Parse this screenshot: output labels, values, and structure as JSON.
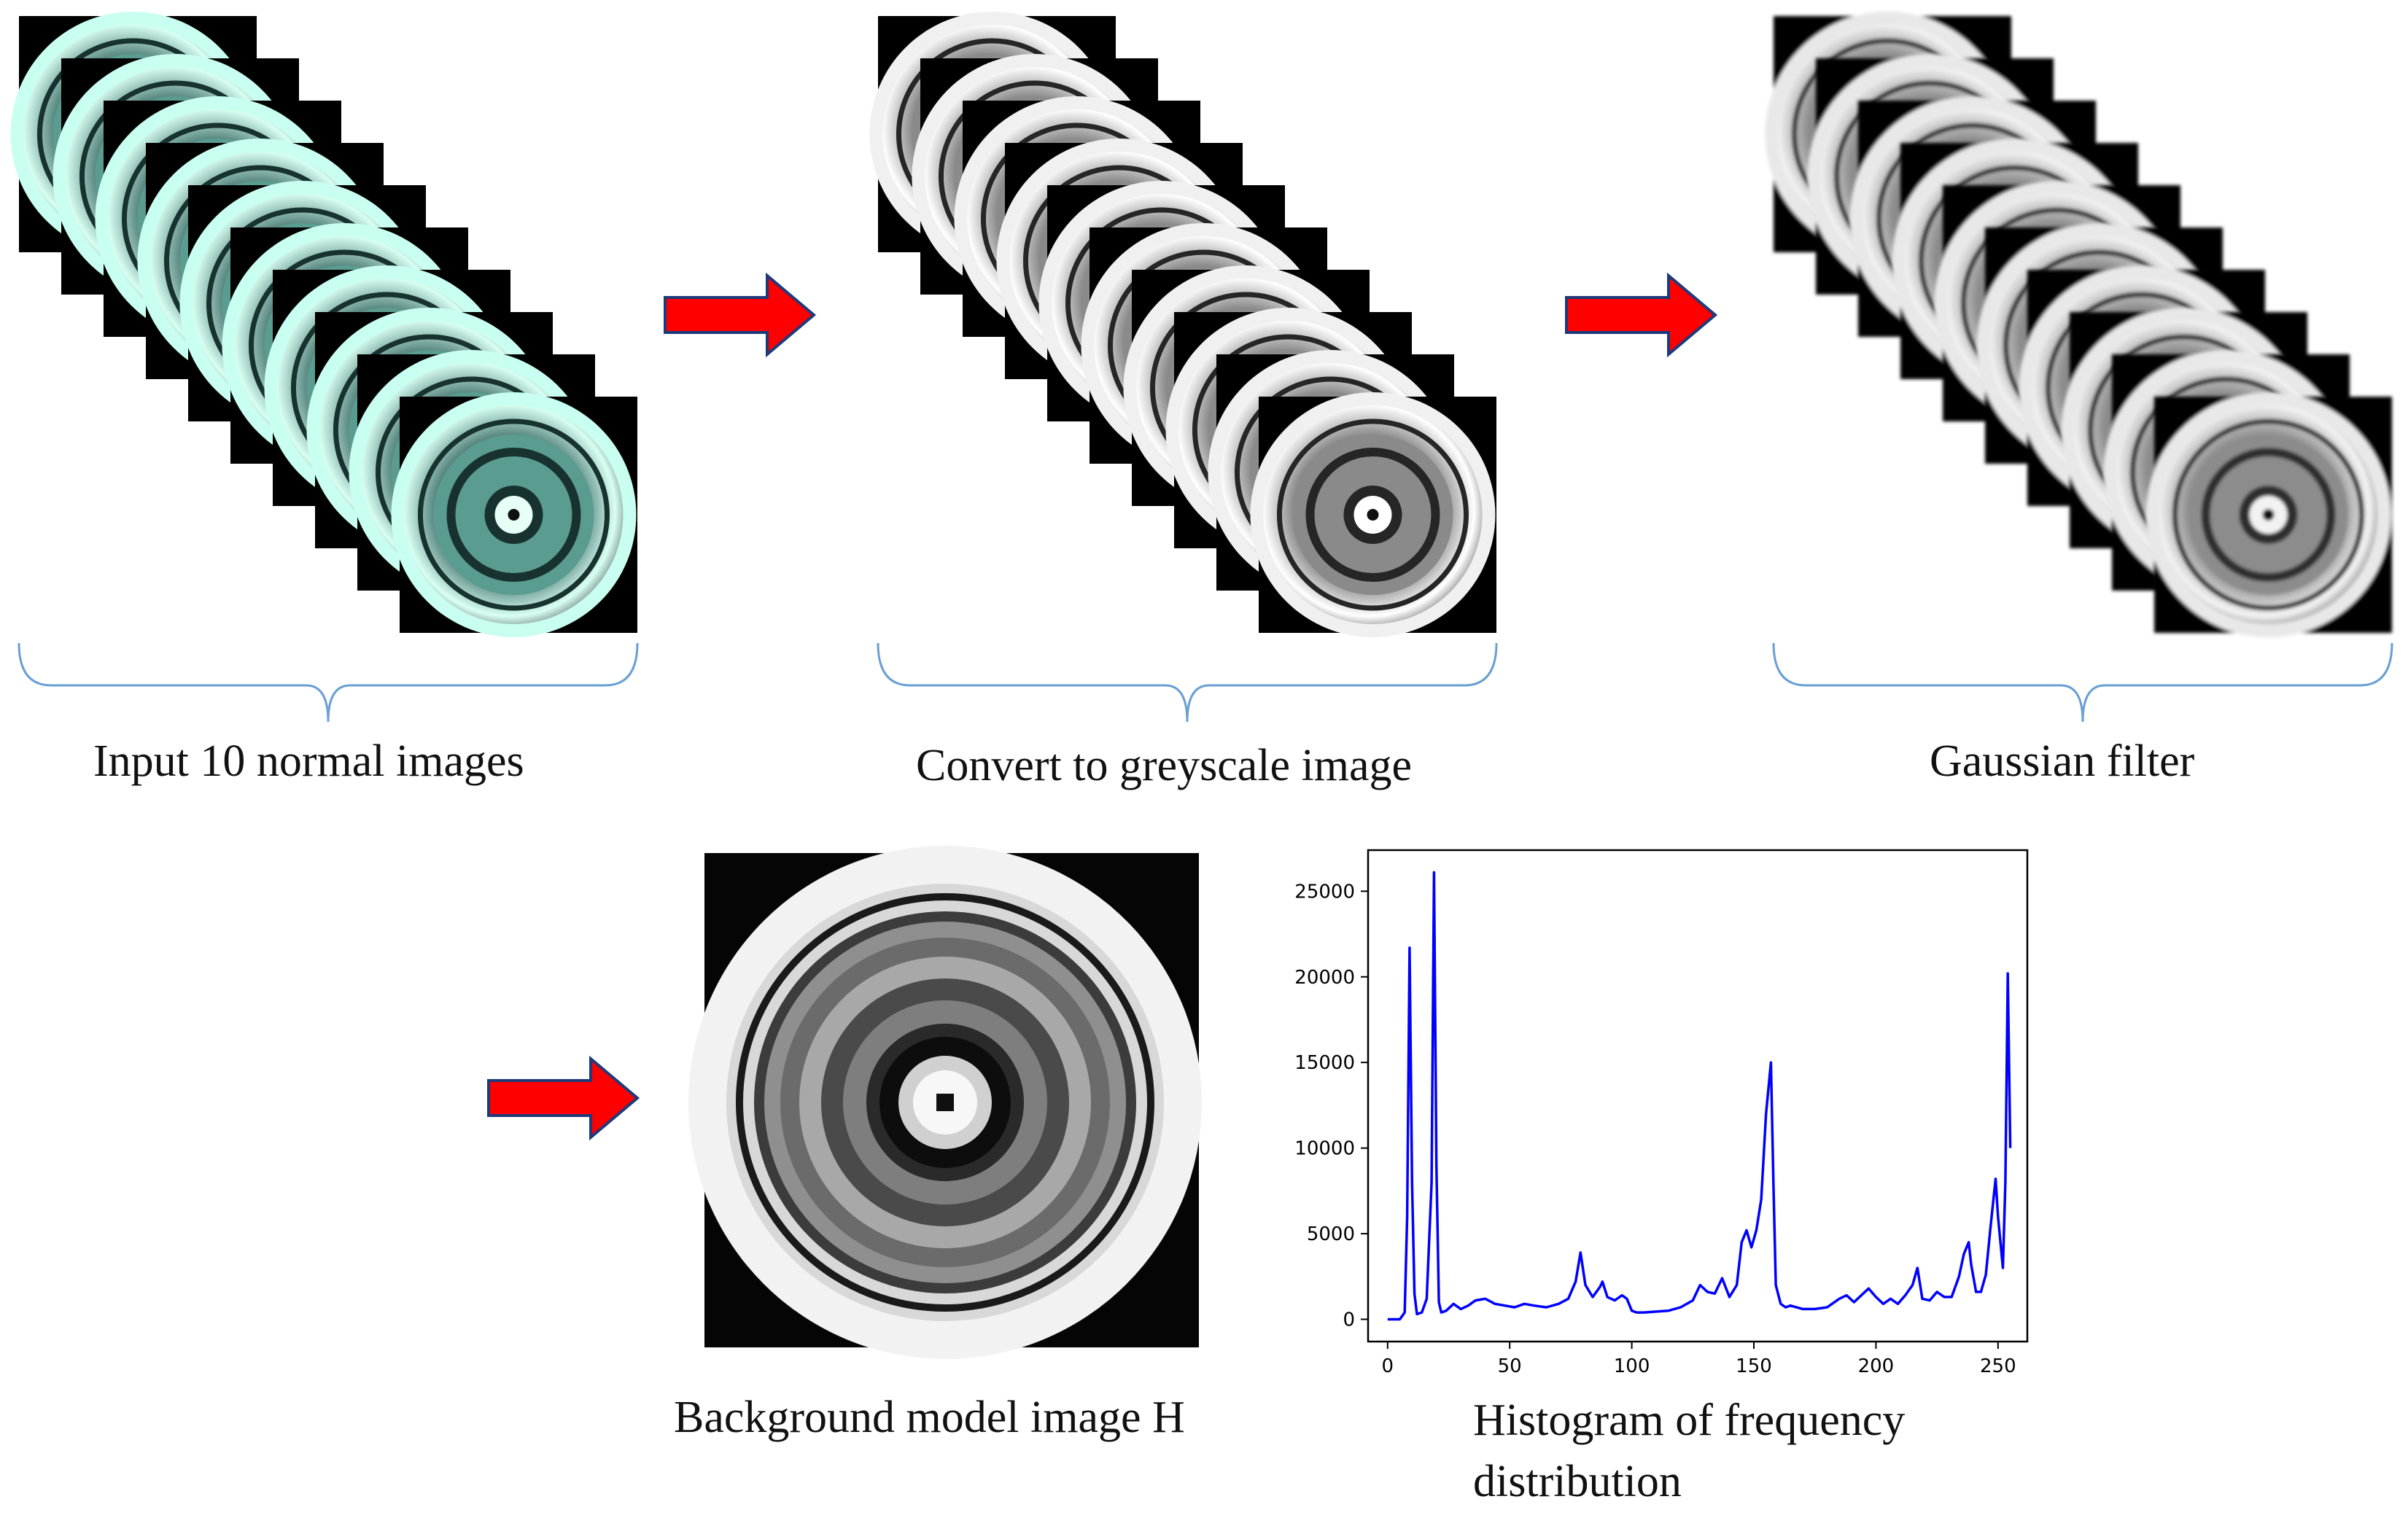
{
  "captions": {
    "input": "Input 10 normal images",
    "greyscale": "Convert to greyscale image",
    "gaussian": "Gaussian filter",
    "background": "Background model image H",
    "histogram_line1": "Histogram of frequency",
    "histogram_line2": "distribution"
  },
  "stacks": [
    {
      "name": "input-stack",
      "count": 10,
      "palette": "cyan"
    },
    {
      "name": "greyscale-stack",
      "count": 10,
      "palette": "grey"
    },
    {
      "name": "gaussian-stack",
      "count": 10,
      "palette": "blur"
    }
  ],
  "colors": {
    "arrow_fill": "#ff0000",
    "arrow_stroke": "#1f3a7a",
    "brace": "#6a9fd4",
    "hist_line": "#0000ff"
  },
  "chart_data": {
    "type": "line",
    "title": "",
    "xlabel": "",
    "ylabel": "",
    "xlim": [
      -8,
      262
    ],
    "ylim": [
      -1300,
      27400
    ],
    "xticks": [
      0,
      50,
      100,
      150,
      200,
      250
    ],
    "yticks": [
      0,
      5000,
      10000,
      15000,
      20000,
      25000
    ],
    "series": [
      {
        "x": [
          0,
          5,
          7,
          8,
          9,
          10,
          11,
          12,
          14,
          16,
          18,
          19,
          20,
          21,
          22,
          24,
          27,
          30,
          33,
          36,
          40,
          44,
          48,
          52,
          56,
          60,
          65,
          70,
          74,
          77,
          79,
          81,
          84,
          87,
          88,
          90,
          93,
          96,
          98,
          100,
          102,
          105,
          110,
          115,
          120,
          125,
          128,
          131,
          134,
          137,
          140,
          143,
          145,
          147,
          149,
          151,
          153,
          155,
          157,
          158,
          159,
          161,
          163,
          165,
          170,
          175,
          180,
          185,
          188,
          191,
          194,
          197,
          200,
          203,
          206,
          209,
          212,
          215,
          217,
          219,
          222,
          225,
          228,
          231,
          234,
          236,
          238,
          239,
          241,
          243,
          245,
          247,
          249,
          250,
          252,
          253,
          254,
          255
        ],
        "y": [
          0,
          0,
          400,
          6000,
          21700,
          8000,
          1500,
          300,
          400,
          1200,
          8000,
          26100,
          9000,
          1000,
          400,
          500,
          900,
          600,
          800,
          1100,
          1200,
          900,
          800,
          700,
          900,
          800,
          700,
          900,
          1200,
          2200,
          3900,
          2000,
          1300,
          1900,
          2200,
          1300,
          1100,
          1400,
          1200,
          500,
          400,
          400,
          450,
          500,
          700,
          1100,
          2000,
          1600,
          1500,
          2400,
          1300,
          2000,
          4500,
          5200,
          4200,
          5200,
          7000,
          12000,
          15000,
          8000,
          2000,
          900,
          700,
          800,
          600,
          600,
          700,
          1200,
          1400,
          1000,
          1400,
          1800,
          1300,
          900,
          1200,
          900,
          1400,
          2000,
          3000,
          1200,
          1100,
          1600,
          1300,
          1300,
          2500,
          3800,
          4500,
          3200,
          1600,
          1600,
          2600,
          5500,
          8200,
          6000,
          3000,
          8000,
          20200,
          10000
        ]
      }
    ]
  }
}
